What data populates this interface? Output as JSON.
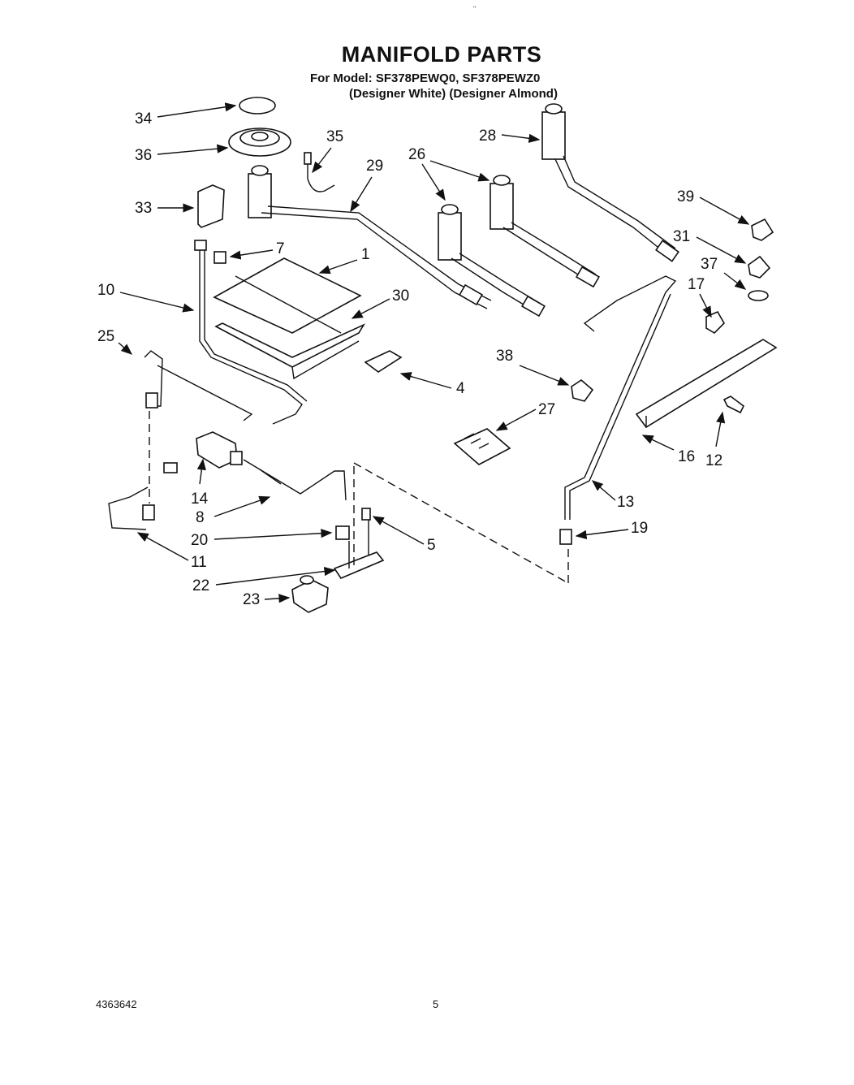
{
  "header": {
    "title": "MANIFOLD PARTS",
    "model_line": "For Model: SF378PEWQ0, SF378PEWZ0",
    "variant_line": "(Designer White) (Designer Almond)",
    "top_mark": "\""
  },
  "callouts": [
    "34",
    "36",
    "35",
    "33",
    "29",
    "26",
    "28",
    "39",
    "31",
    "37",
    "17",
    "7",
    "1",
    "10",
    "30",
    "25",
    "4",
    "38",
    "27",
    "16",
    "12",
    "14",
    "8",
    "13",
    "19",
    "20",
    "5",
    "11",
    "22",
    "23"
  ],
  "footer": {
    "doc_number": "4363642",
    "page_number": "5"
  }
}
